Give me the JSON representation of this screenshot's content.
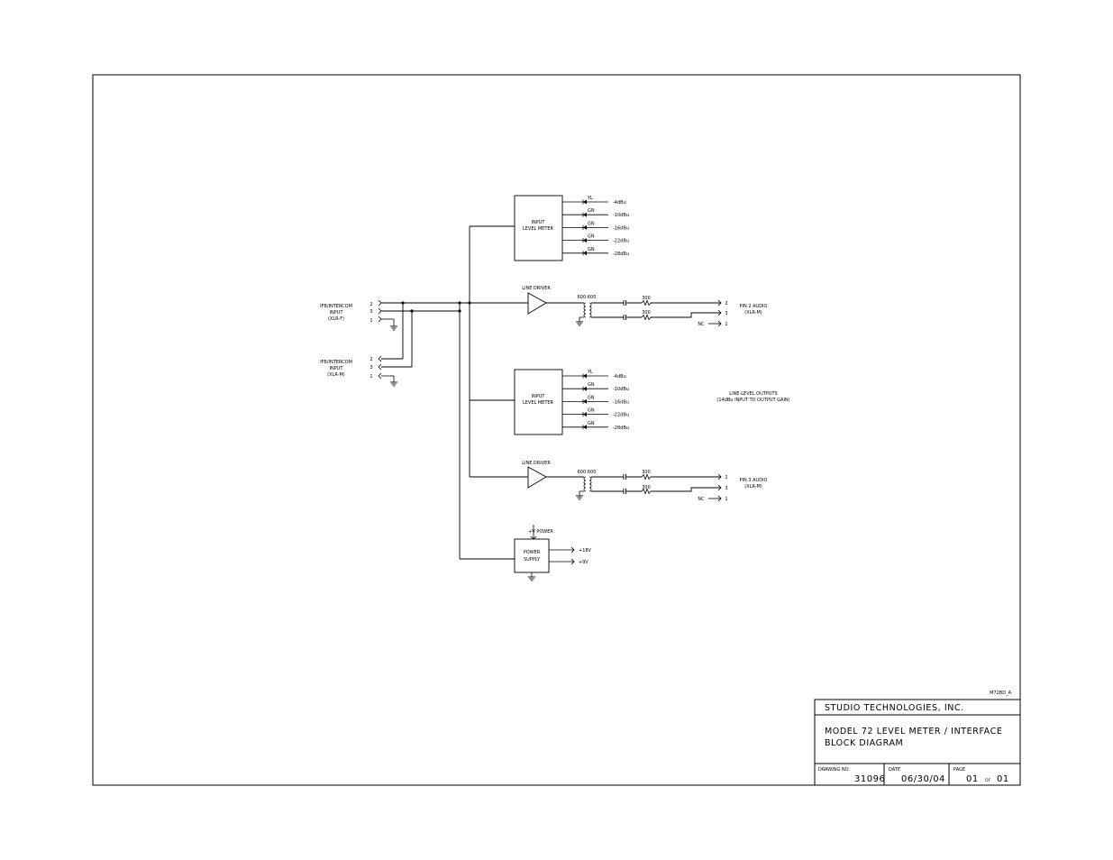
{
  "inputs": {
    "xlr_f": {
      "label_line1": "IFB/INTERCOM",
      "label_line2": "INPUT",
      "label_line3": "(XLR-F)"
    },
    "xlr_m": {
      "label_line1": "IFB/INTERCOM",
      "label_line2": "INPUT",
      "label_line3": "(XLR-M)"
    },
    "pin2": "2",
    "pin3": "3",
    "pin1": "1"
  },
  "meters": {
    "title_line1": "INPUT",
    "title_line2": "LEVEL METER",
    "led_colors": [
      "YL",
      "GN",
      "GN",
      "GN",
      "GN"
    ],
    "levels": [
      "-4dBu",
      "-10dBu",
      "-16dBu",
      "-22dBu",
      "-28dBu"
    ]
  },
  "line_driver": {
    "label": "LINE DRIVER",
    "transformer": "600:600",
    "resistor": "300"
  },
  "outputs": {
    "pin2_line1": "PIN 2 AUDIO",
    "pin2_line2": "(XLR-M)",
    "pin3_line1": "PIN 3 AUDIO",
    "pin3_line2": "(XLR-M)",
    "nc": "NC",
    "caption_line1": "LINE-LEVEL OUTPUTS",
    "caption_line2": "(14dBu INPUT TO OUTPUT GAIN)"
  },
  "power": {
    "input_label": "+V POWER",
    "box_line1": "POWER",
    "box_line2": "SUPPLY",
    "out1": "+18V",
    "out2": "+9V"
  },
  "title_block": {
    "doc_code": "M72BD_A",
    "company": "STUDIO TECHNOLOGIES, INC.",
    "title_line1": "MODEL 72 LEVEL METER / INTERFACE",
    "title_line2": "BLOCK DIAGRAM",
    "drawing_no_label": "DRAWING NO.",
    "drawing_no": "31096",
    "date_label": "DATE",
    "date": "06/30/04",
    "page_label": "PAGE",
    "page": "01",
    "of_label": "OF",
    "pages": "01"
  }
}
